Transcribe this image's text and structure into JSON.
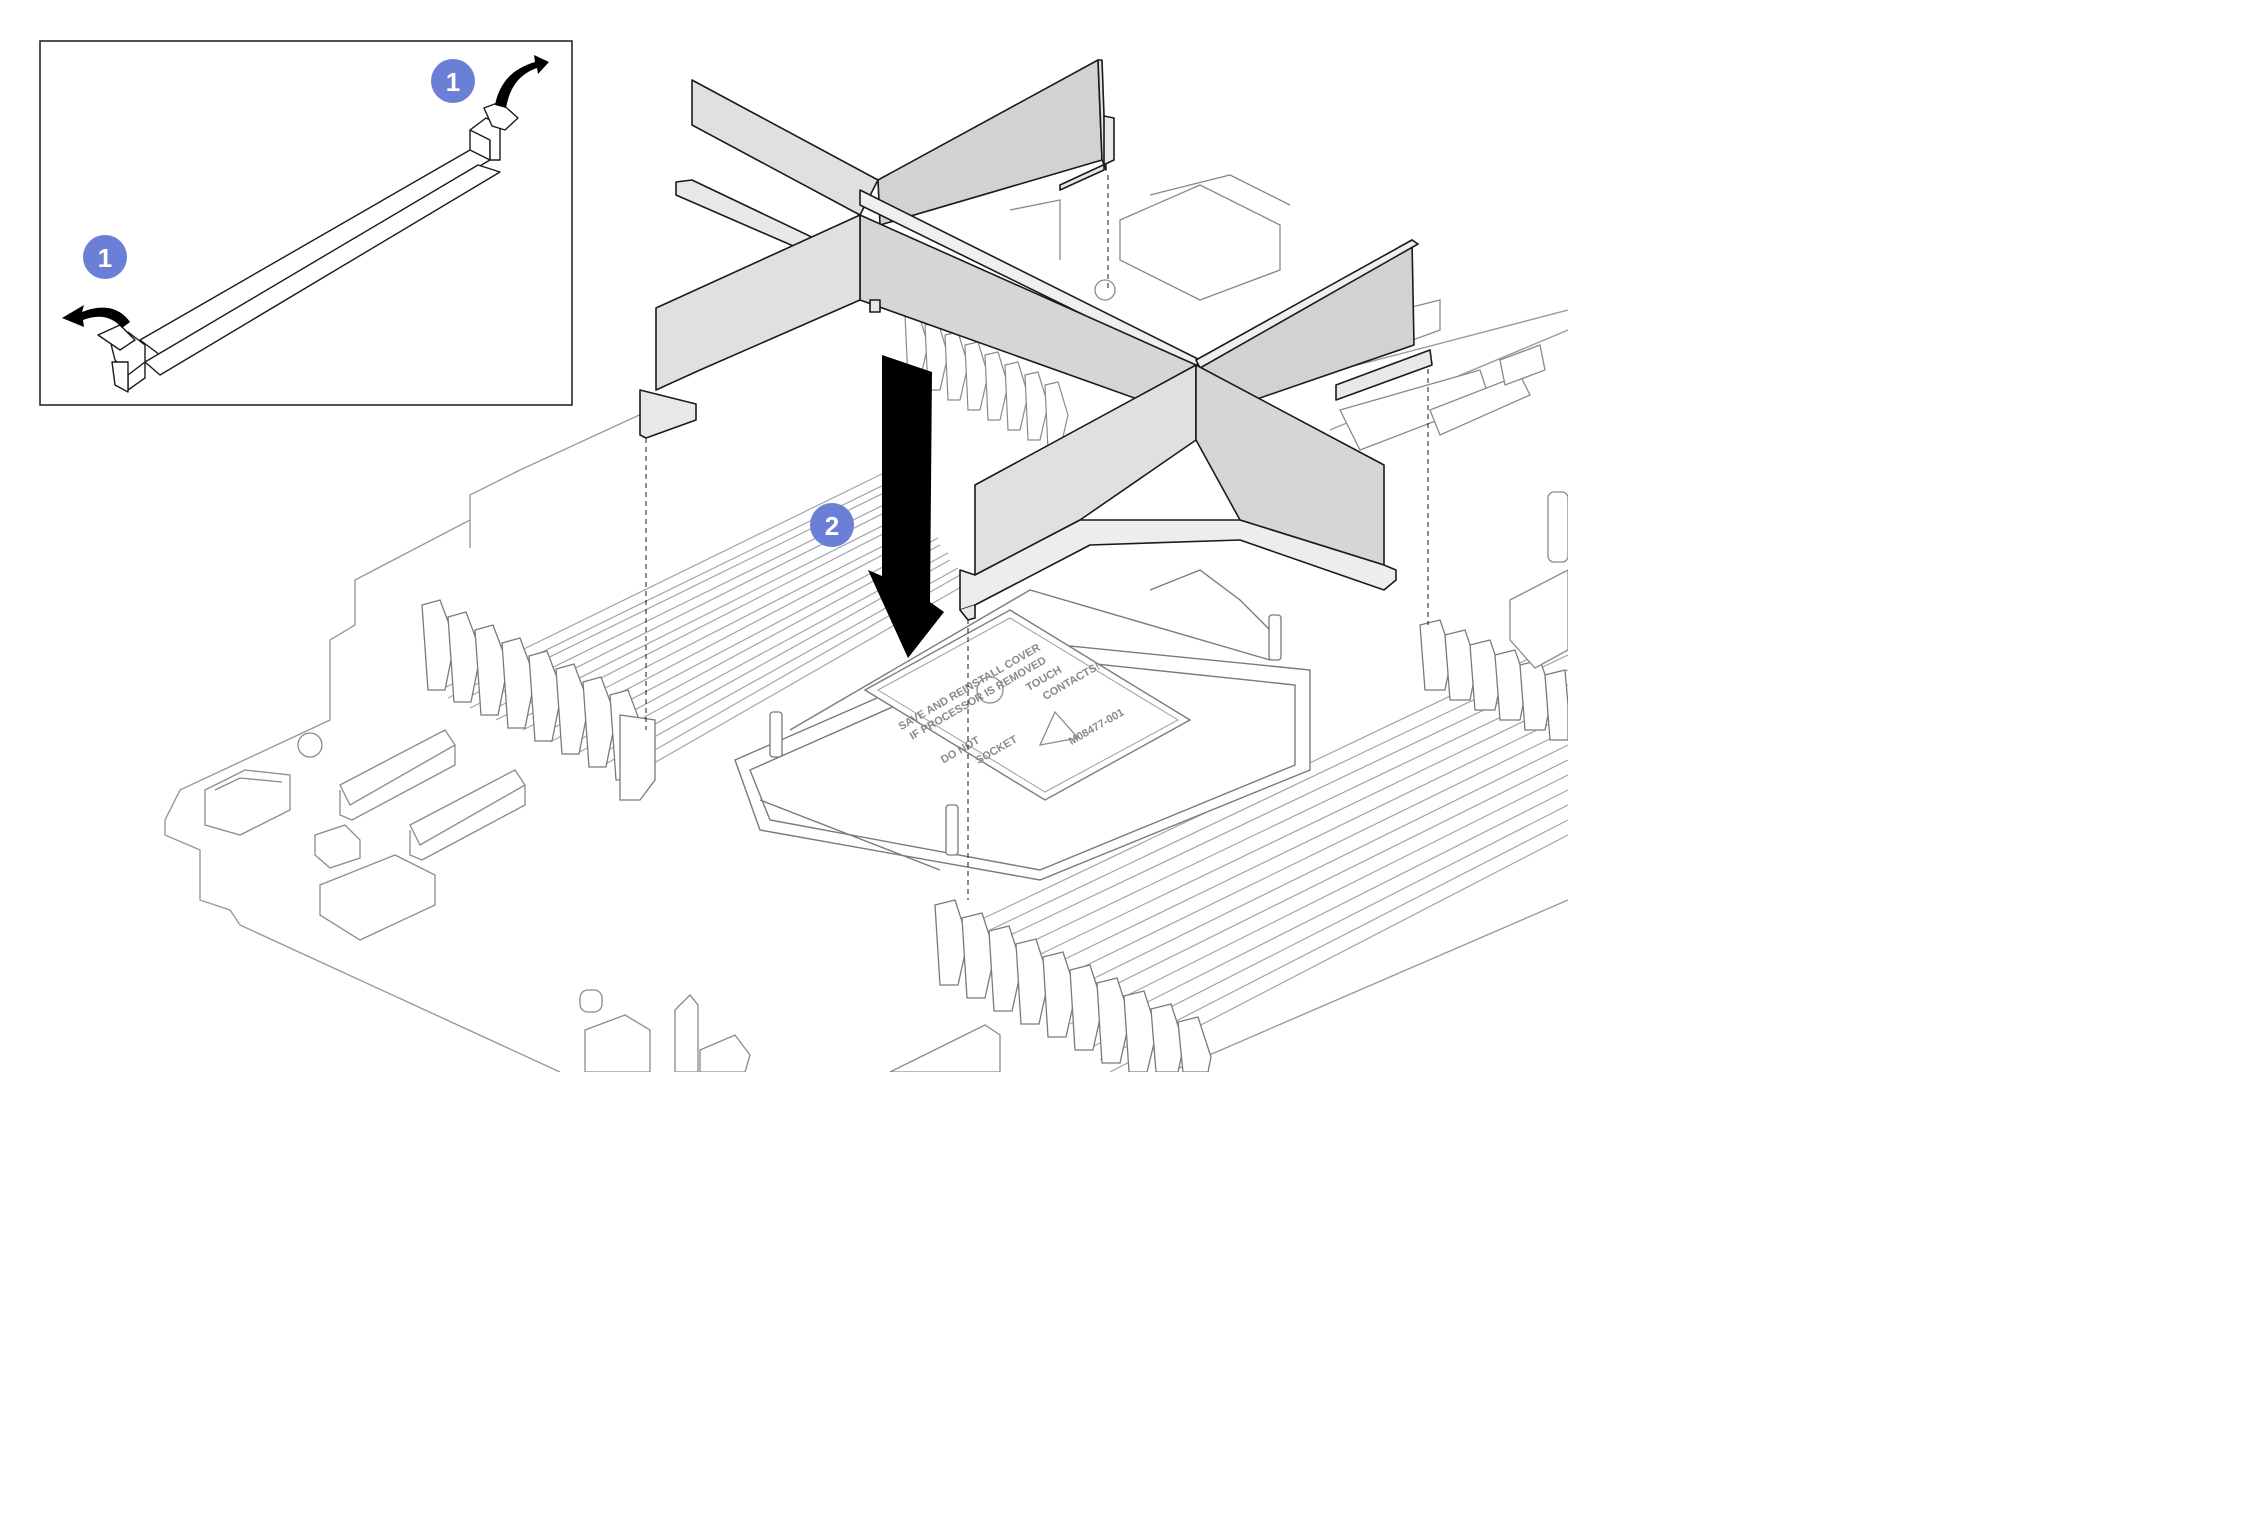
{
  "figure": {
    "colors": {
      "callout": "#6b7fd7",
      "line": "#1a1a1a",
      "board_line": "#9a9a9a",
      "baffle_fill": "#e0e0e0",
      "baffle_shade": "#c9c9c9",
      "arrow": "#000000"
    },
    "callouts": [
      {
        "id": "step-1-right-clip",
        "label": "1"
      },
      {
        "id": "step-1-left-clip",
        "label": "1"
      },
      {
        "id": "step-2-lower-baffle",
        "label": "2"
      }
    ],
    "cover_label": {
      "line1": "SAVE AND REINSTALL COVER",
      "line2": "IF PROCESSOR IS REMOVED",
      "line3": "DO NOT",
      "line4": "TOUCH",
      "line5": "SOCKET",
      "line6": "CONTACTS!",
      "part_no": "M08477-001"
    }
  }
}
